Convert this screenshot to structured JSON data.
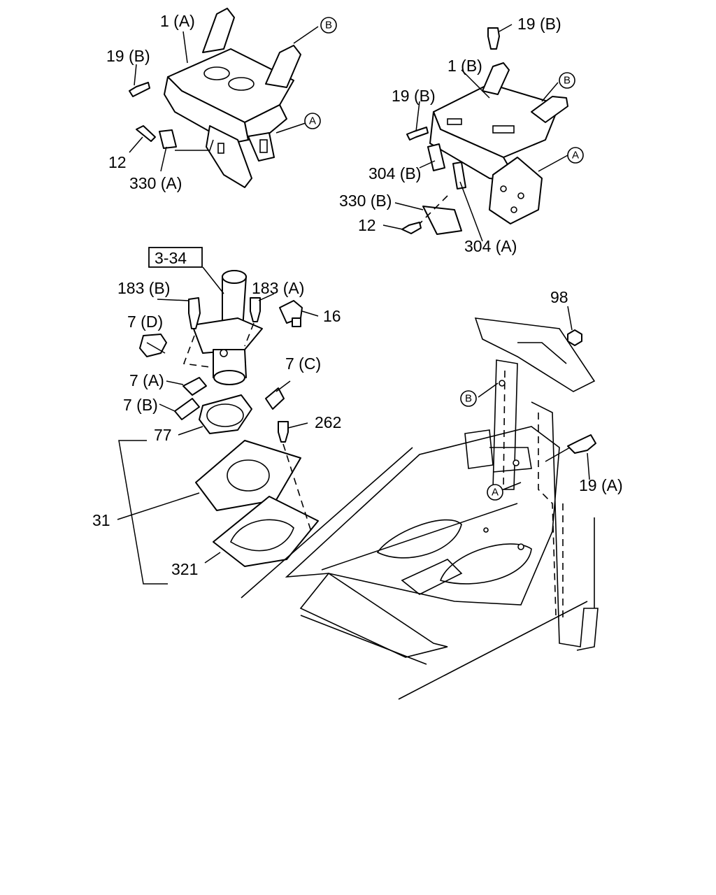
{
  "reference": "3-34",
  "labels": {
    "l_1a": "1 (A)",
    "l_19b_left": "19 (B)",
    "l_12_left": "12",
    "l_330a": "330 (A)",
    "l_19b_top": "19 (B)",
    "l_1b": "1 (B)",
    "l_19b_mid": "19 (B)",
    "l_304b": "304 (B)",
    "l_330b": "330 (B)",
    "l_12_right": "12",
    "l_304a": "304 (A)",
    "l_183a": "183 (A)",
    "l_183b": "183 (B)",
    "l_16": "16",
    "l_7d": "7 (D)",
    "l_7a": "7 (A)",
    "l_7c": "7 (C)",
    "l_7b": "7 (B)",
    "l_262": "262",
    "l_77": "77",
    "l_31": "31",
    "l_321": "321",
    "l_98": "98",
    "l_19a": "19 (A)"
  },
  "callouts": {
    "b": "B",
    "a": "A"
  }
}
